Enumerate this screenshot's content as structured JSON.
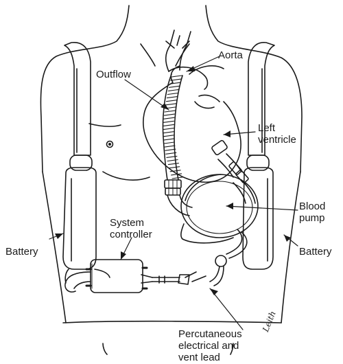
{
  "labels": {
    "aorta": "Aorta",
    "outflow": "Outflow",
    "left_ventricle": "Left\nventricle",
    "blood_pump": "Blood\npump",
    "system_controller": "System\ncontroller",
    "battery_left": "Battery",
    "battery_right": "Battery",
    "percutaneous_lead": "Percutaneous\nelectrical and\nvent lead"
  },
  "artist_signature": "Leith"
}
